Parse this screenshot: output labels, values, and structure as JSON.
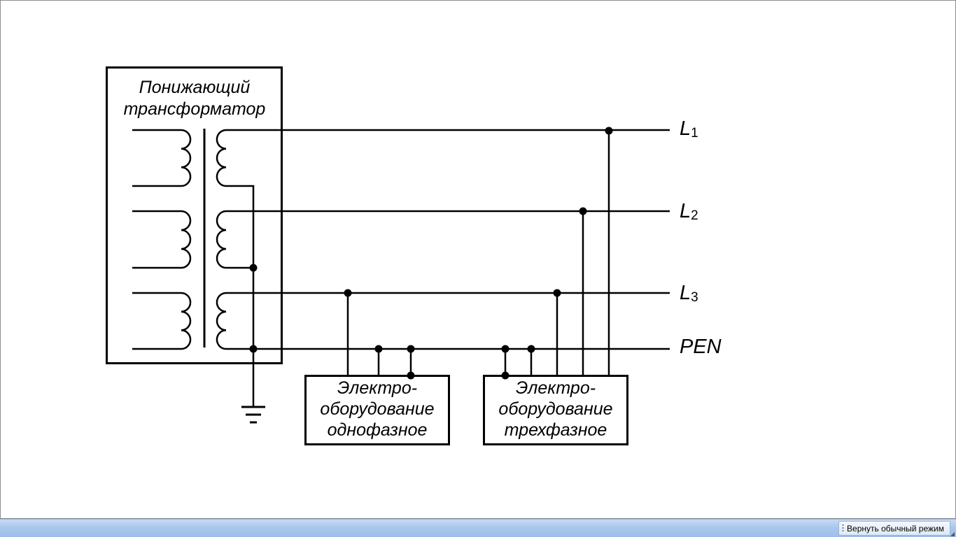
{
  "diagram": {
    "transformer": {
      "label_line1": "Понижающий",
      "label_line2": "трансформатор"
    },
    "lines": [
      {
        "id": "L1",
        "base": "L",
        "sub": "1"
      },
      {
        "id": "L2",
        "base": "L",
        "sub": "2"
      },
      {
        "id": "L3",
        "base": "L",
        "sub": "3"
      },
      {
        "id": "PEN",
        "base": "PEN",
        "sub": ""
      }
    ],
    "single_phase_equipment": {
      "line1": "Электро-",
      "line2": "оборудование",
      "line3": "однофазное"
    },
    "three_phase_equipment": {
      "line1": "Электро-",
      "line2": "оборудование",
      "line3": "трехфазное"
    },
    "ground_symbol": "ground-icon"
  },
  "taskbar": {
    "restore_label": "Вернуть обычный режим"
  }
}
